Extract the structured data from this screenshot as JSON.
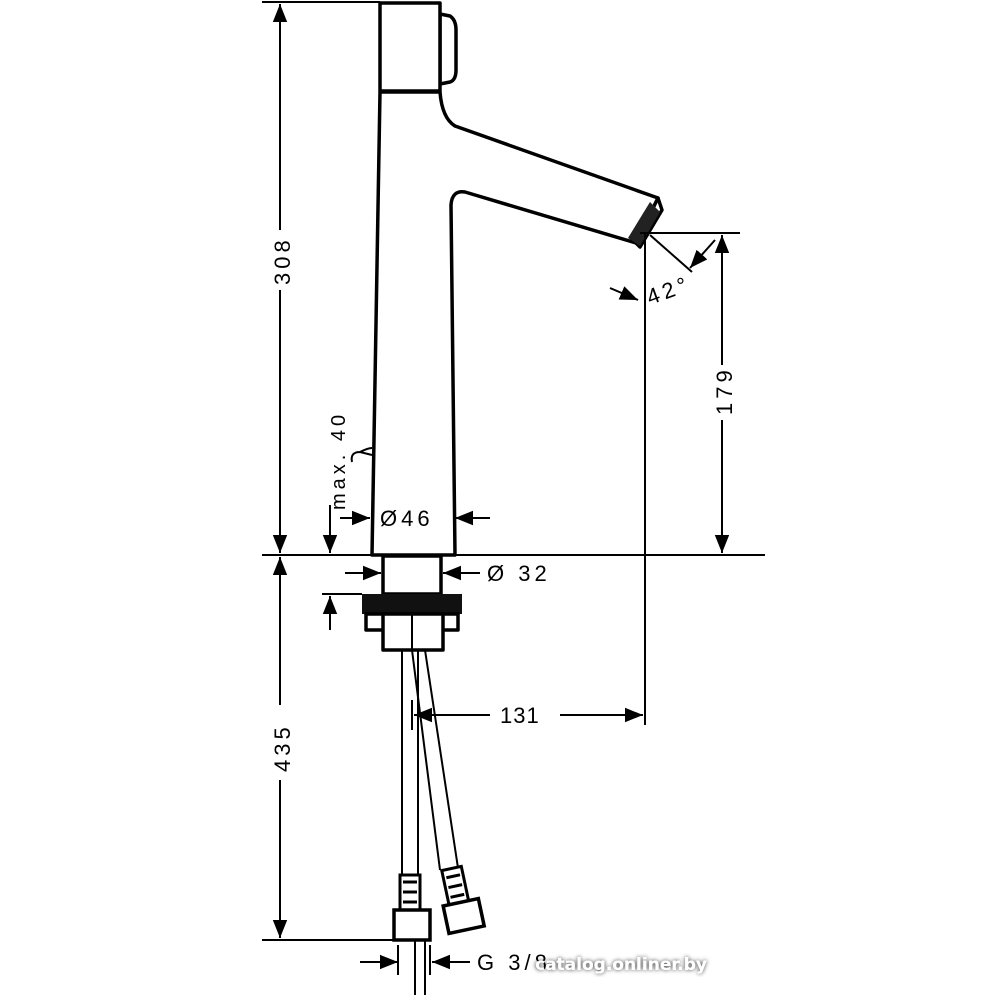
{
  "drawing": {
    "dimensions": {
      "total_height": "308",
      "spout_height": "179",
      "spout_reach": "131",
      "spray_angle": "42°",
      "max_deck_thickness": "max. 40",
      "body_diameter": "Ø46",
      "shank_diameter": "Ø 32",
      "hose_length": "435",
      "connection_thread": "G 3/8"
    },
    "watermark": "catalog.onliner.by"
  }
}
